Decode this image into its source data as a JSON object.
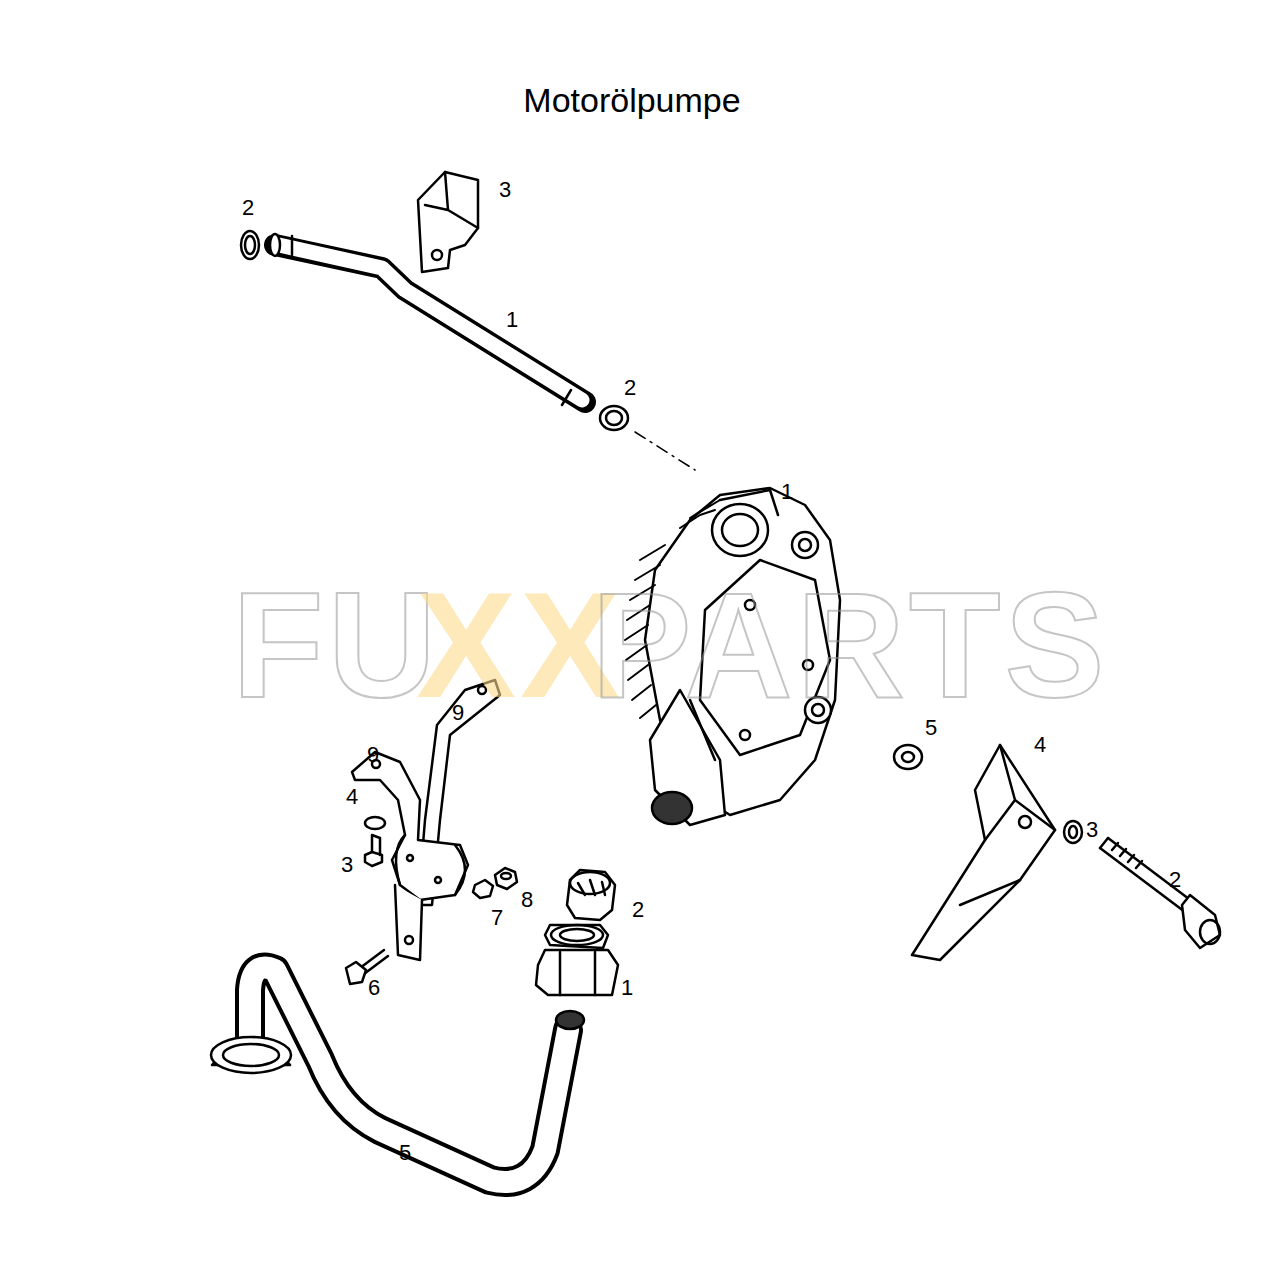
{
  "diagram": {
    "title": "Motorölpumpe",
    "labels": [
      "2",
      "3",
      "1",
      "2",
      "1",
      "FU",
      "XX",
      "PARTS",
      "9",
      "9",
      "5",
      "4",
      "4",
      "3",
      "3",
      "2",
      "8",
      "2",
      "7",
      "1",
      "6",
      "5"
    ]
  }
}
